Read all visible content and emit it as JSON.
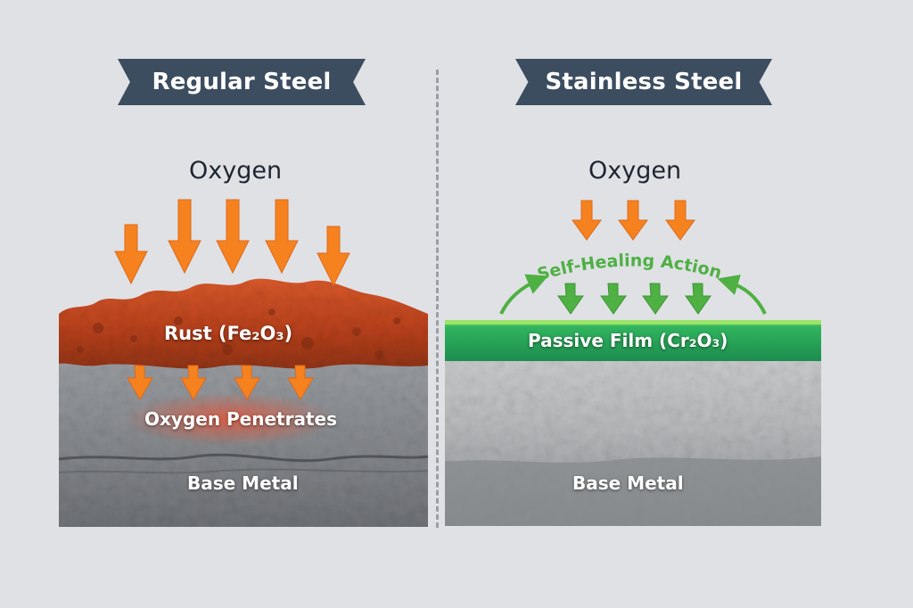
{
  "left_panel": {
    "title": "Regular Steel",
    "oxygen_label": "Oxygen",
    "rust_label": "Rust (Fe₂O₃)",
    "penetrates_label": "Oxygen Penetrates",
    "base_label": "Base Metal"
  },
  "right_panel": {
    "title": "Stainless Steel",
    "oxygen_label": "Oxygen",
    "healing_label": "Self-Healing Action",
    "film_label": "Passive Film (Cr₂O₃)",
    "base_label": "Base Metal"
  },
  "colors": {
    "ribbon": "#3c4d60",
    "oxygen_arrow": "#f5821f",
    "rust": "#c2461e",
    "passive_film": "#27a45a",
    "healing_green": "#4fb043",
    "metal": "#8e9195"
  }
}
